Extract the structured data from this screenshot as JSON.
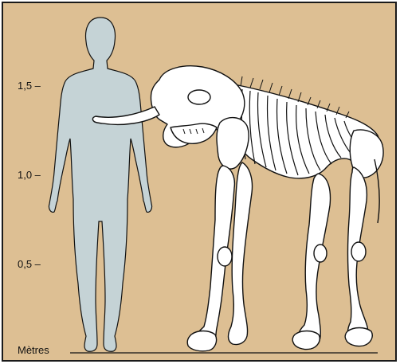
{
  "scale": {
    "unit": "Mètres",
    "ticks": [
      {
        "label": "1,5 –"
      },
      {
        "label": "1,0 –"
      },
      {
        "label": "0,5 –"
      }
    ]
  },
  "colors": {
    "background": "#ddbf93",
    "human_silhouette": "#c5d3d6",
    "skeleton_fill": "#ffffff",
    "outline": "#111111"
  }
}
